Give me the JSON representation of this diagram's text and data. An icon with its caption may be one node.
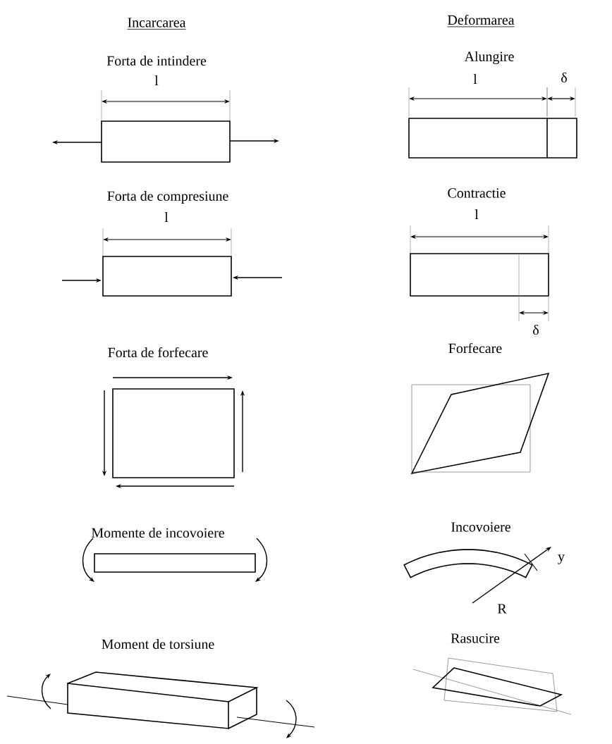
{
  "diagram": {
    "labels": [
      "Incarcarea",
      "Deformarea",
      "Forta de intindere",
      "l",
      "Alungire",
      "l",
      "δ",
      "Forta de compresiune",
      "l",
      "Contractie",
      "l",
      "δ",
      "Forta de forfecare",
      "Forfecare",
      "Momente de incovoiere",
      "Incovoiere",
      "y",
      "R",
      "Moment de torsiune",
      "Rasucire"
    ]
  }
}
